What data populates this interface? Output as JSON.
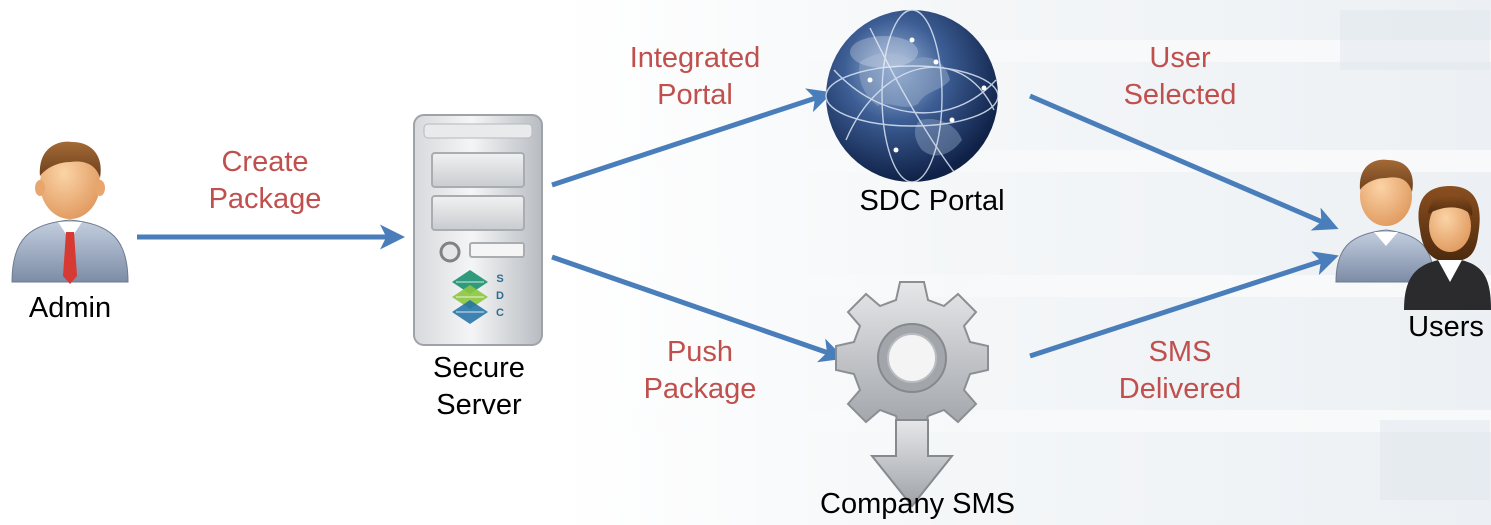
{
  "nodes": {
    "admin": "Admin",
    "secure_server": [
      "Secure",
      "Server"
    ],
    "sdc_portal": "SDC Portal",
    "company_sms": "Company SMS",
    "users": "Users"
  },
  "edges": {
    "create_package": [
      "Create",
      "Package"
    ],
    "integrated_portal": [
      "Integrated",
      "Portal"
    ],
    "push_package": [
      "Push",
      "Package"
    ],
    "user_selected": [
      "User",
      "Selected"
    ],
    "sms_delivered": [
      "SMS",
      "Delivered"
    ]
  },
  "server_logo": [
    "S",
    "D",
    "C"
  ],
  "colors": {
    "edge_label": "#c0504d",
    "arrow": "#4a7ebb",
    "node_label": "#000000"
  },
  "icons": {
    "admin": "admin-user-icon",
    "server": "server-tower-icon",
    "portal": "globe-icon",
    "sms": "gear-download-icon",
    "users": "users-group-icon"
  }
}
